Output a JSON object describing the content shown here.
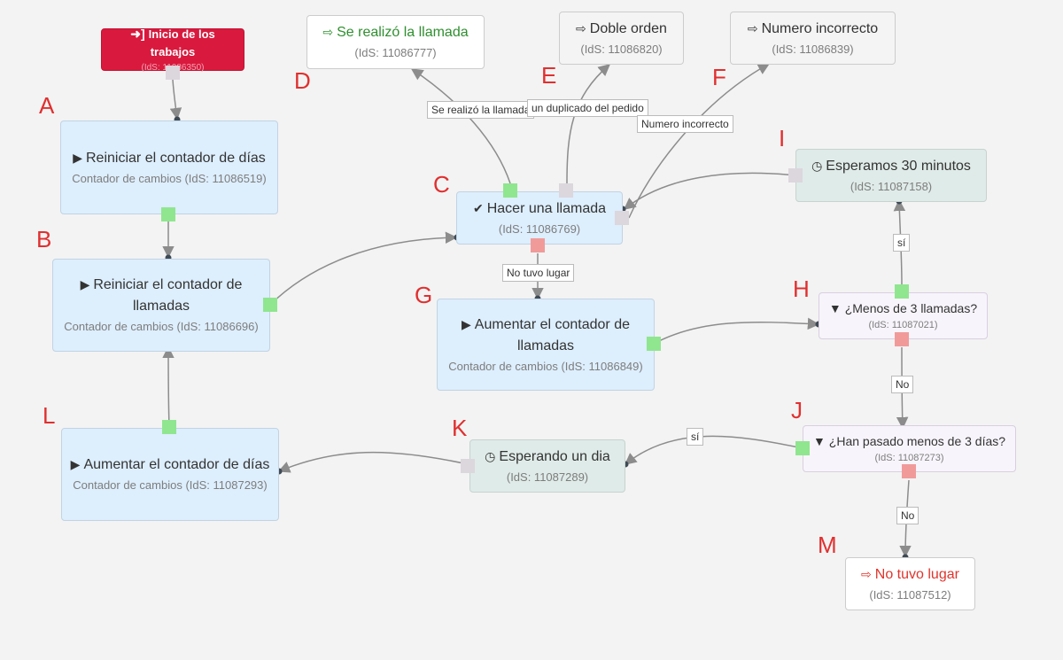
{
  "nodes": {
    "start": {
      "icon": "login-icon",
      "title": "Inicio de los trabajos",
      "sub": "(IdS: 11086350)"
    },
    "A": {
      "icon": "play-icon",
      "title": "Reiniciar el contador de días",
      "sub": "Contador de cambios (IdS: 11086519)"
    },
    "B": {
      "icon": "play-icon",
      "title": "Reiniciar el contador de llamadas",
      "sub": "Contador de cambios (IdS: 11086696)"
    },
    "C": {
      "icon": "check-icon",
      "title": "Hacer una llamada",
      "sub": "(IdS: 11086769)"
    },
    "D": {
      "icon": "exit-icon",
      "title": "Se realizó la llamada",
      "sub": "(IdS: 11086777)"
    },
    "E": {
      "icon": "exit-icon",
      "title": "Doble orden",
      "sub": "(IdS: 11086820)"
    },
    "F": {
      "icon": "exit-icon",
      "title": "Numero incorrecto",
      "sub": "(IdS: 11086839)"
    },
    "G": {
      "icon": "play-icon",
      "title": "Aumentar el contador de llamadas",
      "sub": "Contador de cambios (IdS: 11086849)"
    },
    "H": {
      "icon": "filter-icon",
      "title": "¿Menos de 3 llamadas?",
      "sub": "(IdS: 11087021)"
    },
    "I": {
      "icon": "clock-icon",
      "title": "Esperamos 30 minutos",
      "sub": "(IdS: 11087158)"
    },
    "J": {
      "icon": "filter-icon",
      "title": "¿Han pasado menos de 3 días?",
      "sub": "(IdS: 11087273)"
    },
    "K": {
      "icon": "clock-icon",
      "title": "Esperando un dia",
      "sub": "(IdS: 11087289)"
    },
    "L": {
      "icon": "play-icon",
      "title": "Aumentar el contador de días",
      "sub": "Contador de cambios (IdS: 11087293)"
    },
    "M": {
      "icon": "exit-icon",
      "title": "No tuvo lugar",
      "sub": "(IdS: 11087512)"
    }
  },
  "edge_labels": {
    "called": "Se realizó la llamada",
    "duplicate": "un duplicado del pedido",
    "wrong_number": "Numero incorrecto",
    "no_place": "No tuvo lugar",
    "h_yes": "sí",
    "h_no": "No",
    "j_yes": "sí",
    "j_no": "No"
  },
  "letters": {
    "A": "A",
    "B": "B",
    "C": "C",
    "D": "D",
    "E": "E",
    "F": "F",
    "G": "G",
    "H": "H",
    "I": "I",
    "J": "J",
    "K": "K",
    "L": "L",
    "M": "M"
  },
  "colors": {
    "edge": "#8c8c8c",
    "letter": "#e12f2f",
    "start_bg": "#d9193d",
    "action_bg": "#ddeefd",
    "wait_bg": "#dfebe8"
  }
}
